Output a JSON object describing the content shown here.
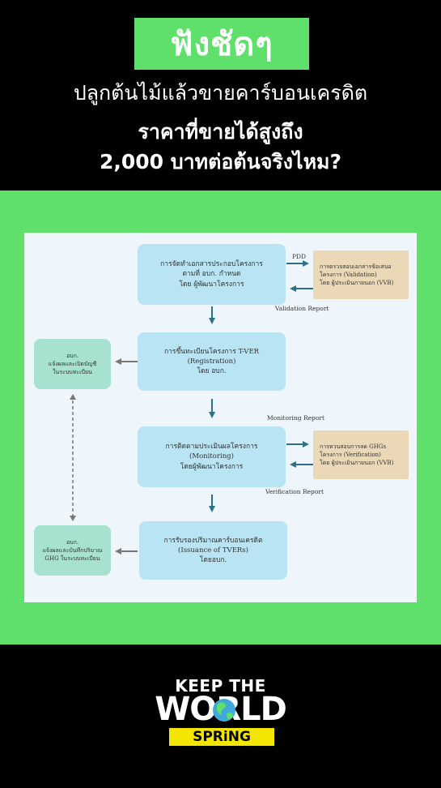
{
  "header": {
    "tag": "ฟังชัดๆ",
    "line1": "ปลูกต้นไม้แล้วขายคาร์บอนเครดิต",
    "line2": "ราคาที่ขายได้สูงถึง",
    "line3": "2,000 บาทต่อต้นจริงไหม?"
  },
  "flowchart": {
    "step1": {
      "line1": "การจัดทำเอกสารประกอบโครงการ",
      "line2": "ตามที่ อบก. กำหนด",
      "line3": "โดย ผู้พัฒนาโครงการ"
    },
    "validation": {
      "line1": "การตรวจสอบเอกสารข้อเสนอ",
      "line2": "โครงการ (Validation)",
      "line3": "โดย ผู้ประเมินภายนอก (VVB)"
    },
    "pdd_label": "PDD",
    "validation_report_label": "Validation Report",
    "step2": {
      "line1": "การขึ้นทะเบียนโครงการ T-VER",
      "line2": "(Registration)",
      "line3": "โดย อบก."
    },
    "registry_note": {
      "line1": "อบก.",
      "line2": "แจ้งผลและเปิดบัญชี",
      "line3": "ในระบบทะเบียน"
    },
    "monitoring_report_label": "Monitoring Report",
    "step3": {
      "line1": "การติดตามประเมินผลโครงการ",
      "line2": "(Monitoring)",
      "line3": "โดยผู้พัฒนาโครงการ"
    },
    "verification": {
      "line1": "การทวนสอบการลด GHGs",
      "line2": "โครงการ (Verification)",
      "line3": "โดย ผู้ประเมินภายนอก (VVB)"
    },
    "verification_report_label": "Verification Report",
    "step4": {
      "line1": "การรับรองปริมาณคาร์บอนเครดิต",
      "line2": "(Issuance of TVERs)",
      "line3": "โดยอบก."
    },
    "credit_note": {
      "line1": "อบก.",
      "line2": "แจ้งผลและบันทึกปริมาณ",
      "line3": "GHG ในระบบทะเบียน"
    },
    "colors": {
      "step_box": "#b8e4f4",
      "vvb_box": "#ebd8b7",
      "note_box": "#a7e2d1",
      "arrow": "#2e6f8a"
    }
  },
  "logo": {
    "line1": "KEEP THE",
    "line2": "WORLD",
    "line3": "SPRiNG"
  },
  "colors": {
    "background": "#000000",
    "accent_green": "#5ee06a",
    "panel": "#eef5fb",
    "logo_yellow": "#f3e600"
  }
}
